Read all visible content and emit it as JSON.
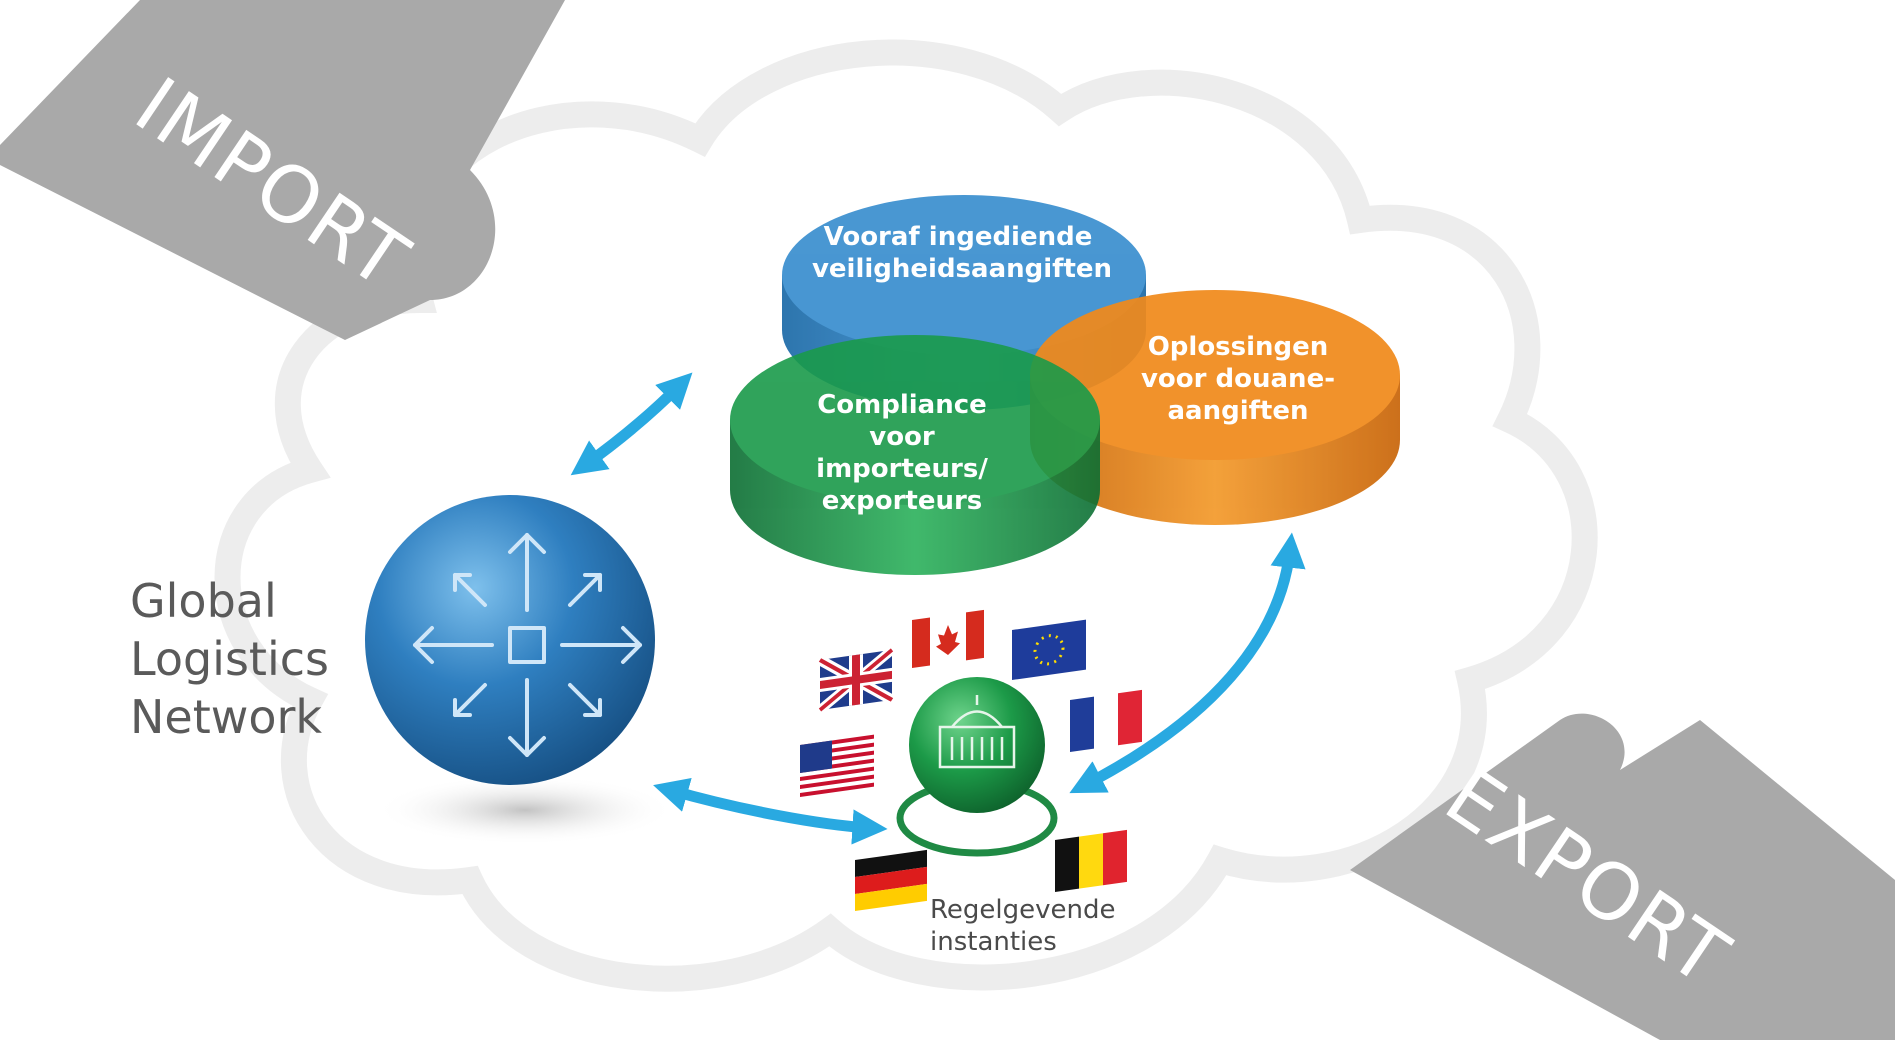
{
  "tabs": {
    "import": "IMPORT",
    "export": "EXPORT"
  },
  "network": {
    "lines": [
      "Global",
      "Logistics",
      "Network"
    ]
  },
  "cylinders": {
    "blue": {
      "lines": [
        "Vooraf ingediende",
        "veiligheidsaangiften"
      ],
      "color": "#2f86c6"
    },
    "orange": {
      "lines": [
        "Oplossingen",
        "voor douane-",
        "aangiften"
      ],
      "color": "#f08a1c"
    },
    "green": {
      "lines": [
        "Compliance",
        "voor",
        "importeurs/",
        "exporteurs"
      ],
      "color": "#1a9a4a"
    }
  },
  "regulators": {
    "lines": [
      "Regelgevende",
      "instanties"
    ]
  },
  "flags": [
    "uk-flag",
    "canada-flag",
    "eu-flag",
    "france-flag",
    "usa-flag",
    "germany-flag",
    "belgium-flag"
  ],
  "colors": {
    "arrow": "#29a9e1",
    "cloud": "#ededed",
    "tab": "#a9a9a9",
    "sphere": "#2b6faa",
    "regulator": "#1f8a44"
  }
}
